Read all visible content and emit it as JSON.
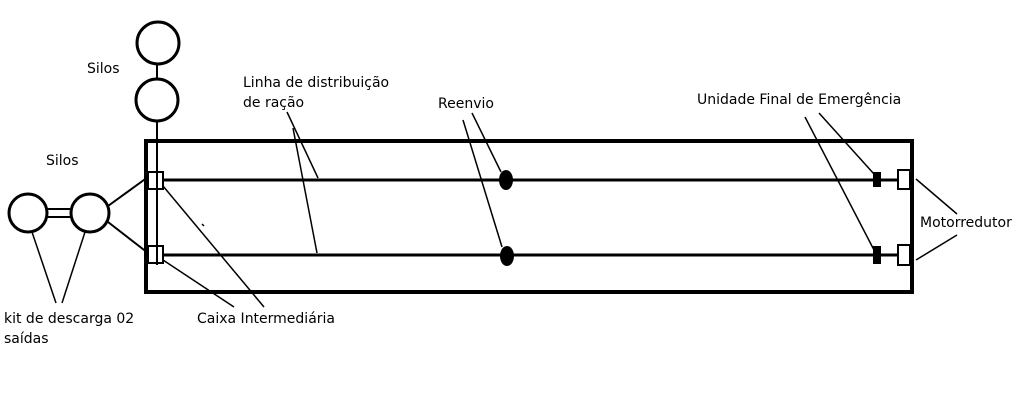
{
  "labels": {
    "silos_top": "Silos",
    "silos_left": "Silos",
    "linha_line1": "Linha de distribuição",
    "linha_line2": "de ração",
    "reenvio": "Reenvio",
    "unidade_final": "Unidade Final de Emergência",
    "motorredutor": "Motorredutor",
    "kit_line1": "kit de descarga 02",
    "kit_line2": "saídas",
    "caixa": "Caixa Intermediária"
  },
  "colors": {
    "ink": "#000000",
    "background": "#ffffff"
  }
}
